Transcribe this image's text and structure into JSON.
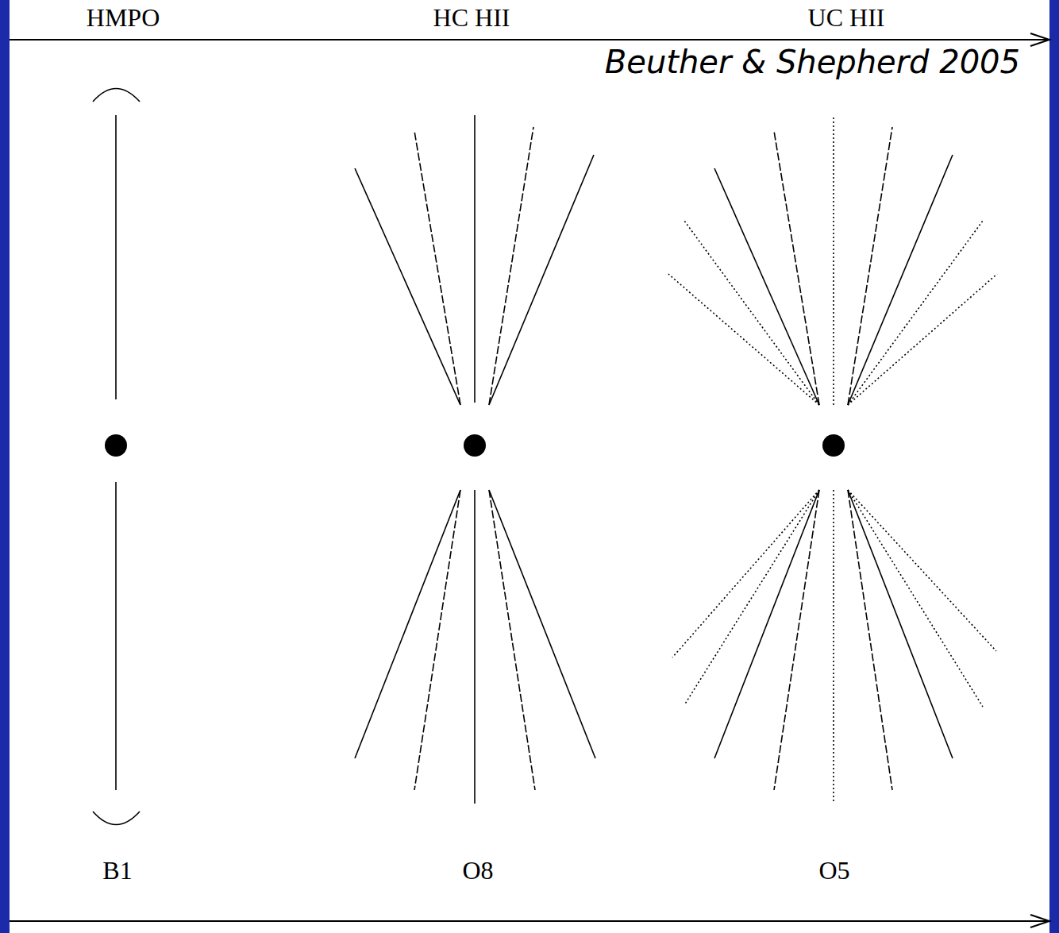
{
  "diagram": {
    "labels": [
      "HMPO",
      "HC HII",
      "UC HII",
      "Beuther & Shepherd 2005",
      "B1",
      "O8",
      "O5"
    ]
  }
}
